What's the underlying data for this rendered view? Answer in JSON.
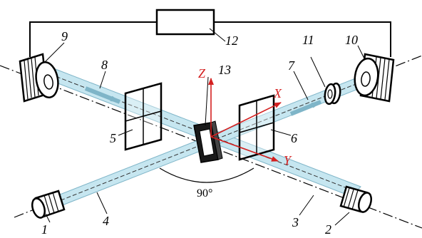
{
  "colors": {
    "beam": "#c6e6f0",
    "beam_edge": "#7fb5c8",
    "axis": "#d42020",
    "ink": "#000000"
  },
  "labels": {
    "n1": "1",
    "n2": "2",
    "n3": "3",
    "n4": "4",
    "n5": "5",
    "n6": "6",
    "n7": "7",
    "n8": "8",
    "n9": "9",
    "n10": "10",
    "n11": "11",
    "n12": "12",
    "n13": "13"
  },
  "axes": {
    "x": "X",
    "y": "Y",
    "z": "Z"
  },
  "angle": "90°"
}
